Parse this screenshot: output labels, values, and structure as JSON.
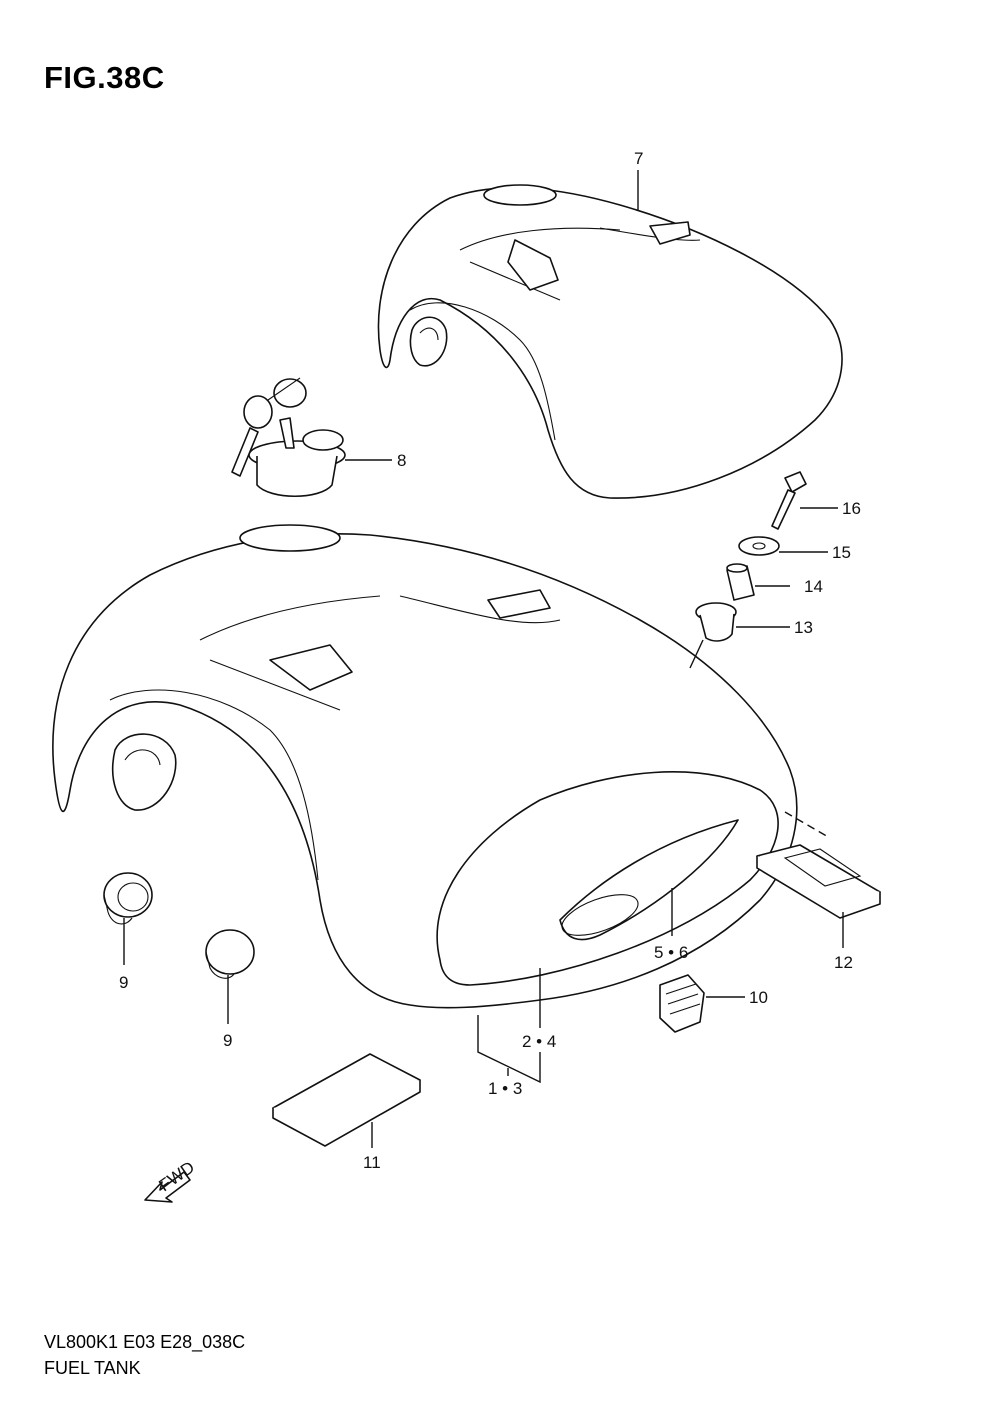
{
  "figure": {
    "title": "FIG.38C",
    "code": "VL800K1 E03 E28_038C",
    "name": "FUEL TANK"
  },
  "callouts": {
    "c7": "7",
    "c8": "8",
    "c16": "16",
    "c15": "15",
    "c14": "14",
    "c13": "13",
    "c12": "12",
    "c56": "5 • 6",
    "c10": "10",
    "c24": "2 • 4",
    "c13b": "1 • 3",
    "c11": "11",
    "c9a": "9",
    "c9b": "9"
  },
  "fwd_arrow": {
    "label": "FWD"
  }
}
